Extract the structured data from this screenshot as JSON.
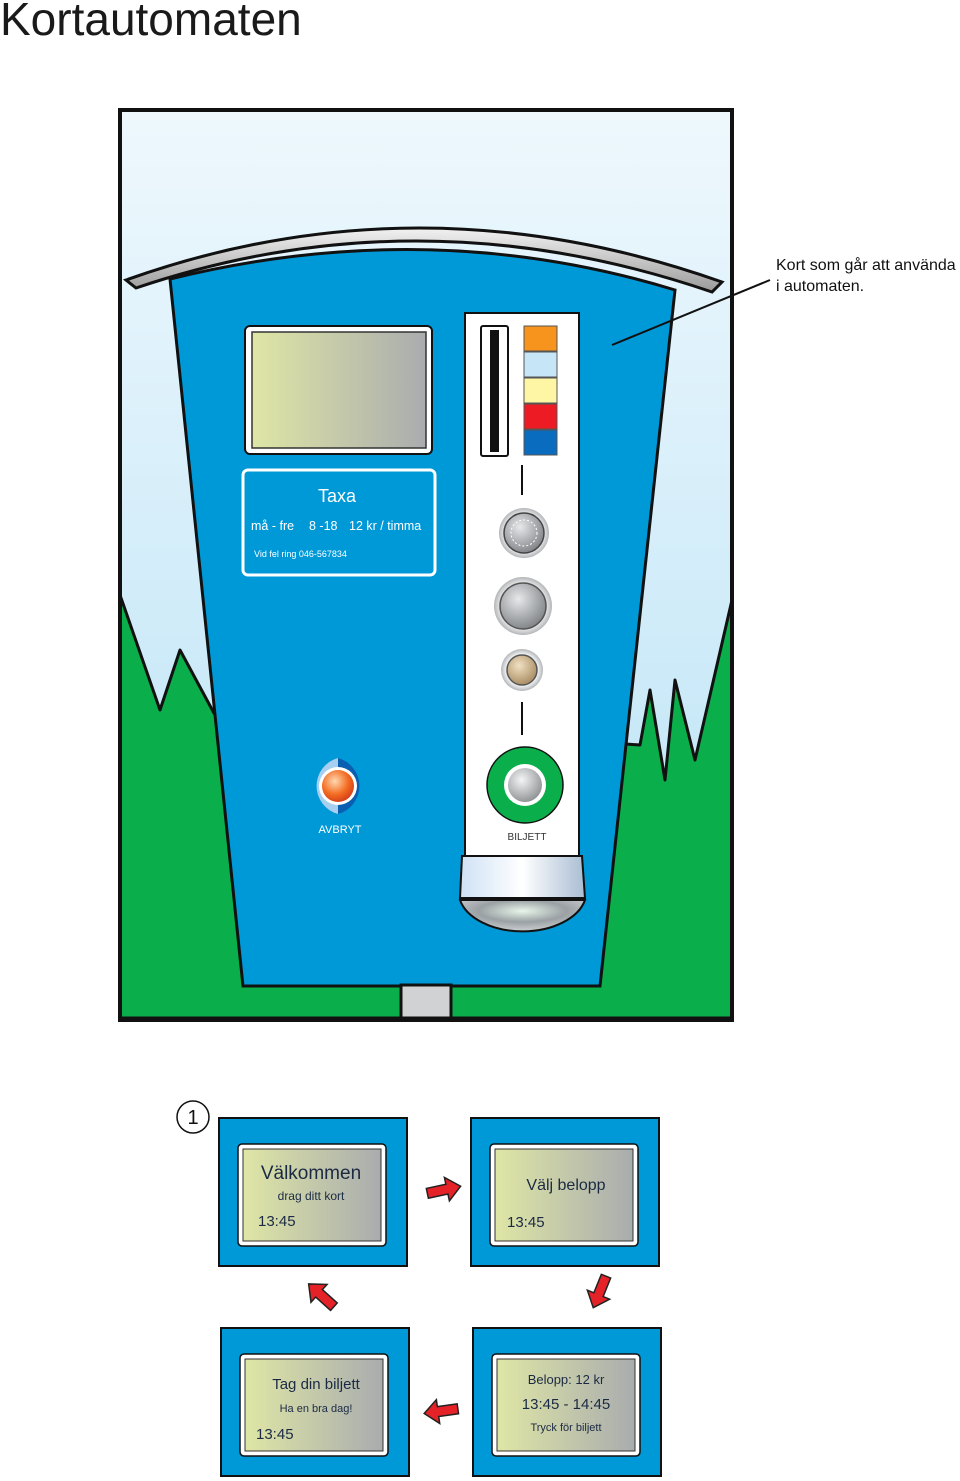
{
  "title": "Kortautomaten",
  "callout": {
    "line1": "Kort som går att använda",
    "line2": "i automaten."
  },
  "tariff": {
    "heading": "Taxa",
    "days": "må - fre",
    "hours": "8 -18",
    "price": "12 kr / timma",
    "support": "Vid fel ring 046-567834"
  },
  "buttons": {
    "cancel_label": "AVBRYT",
    "ticket_label": "BILJETT"
  },
  "card_colors": [
    "#f7941d",
    "#c6e6f7",
    "#fff6a5",
    "#ed1c24",
    "#0a6cbf"
  ],
  "colors": {
    "machine_blue": "#0099d8",
    "grass_green": "#0aaf4b",
    "sky_top": "#eef8fd",
    "sky_bottom": "#b9e2f6",
    "arrow_red": "#e52227"
  },
  "steps": {
    "number": "1",
    "screens": [
      {
        "line1": "Välkommen",
        "line2": "drag ditt kort",
        "time": "13:45"
      },
      {
        "line1": "Välj belopp",
        "time": "13:45"
      },
      {
        "line1": "Belopp:  12 kr",
        "line2": "13:45 - 14:45",
        "line3": "Tryck för biljett"
      },
      {
        "line1": "Tag din biljett",
        "line2": "Ha en bra dag!",
        "time": "13:45"
      }
    ]
  }
}
